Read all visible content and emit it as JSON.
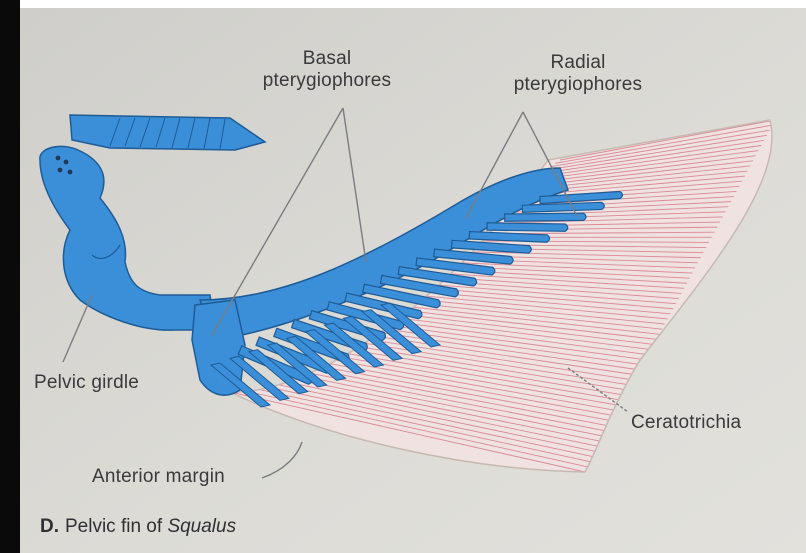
{
  "labels": {
    "basal": [
      "Basal",
      "pterygiophores"
    ],
    "radial": [
      "Radial",
      "pterygiophores"
    ],
    "pelvic_girdle": "Pelvic girdle",
    "ceratotrichia": "Ceratotrichia",
    "anterior_margin": "Anterior margin"
  },
  "caption": {
    "letter": "D.",
    "text": "Pelvic fin of",
    "genus": "Squalus"
  },
  "colors": {
    "page": "#d7d6d1",
    "bone": "#3a8fd8",
    "bone_dark": "#1f5c96",
    "fin_rays": "#d98a96",
    "fin_outline": "#c7b9b2",
    "text": "#3a3a3c",
    "leader_line": "#7a7c80"
  }
}
